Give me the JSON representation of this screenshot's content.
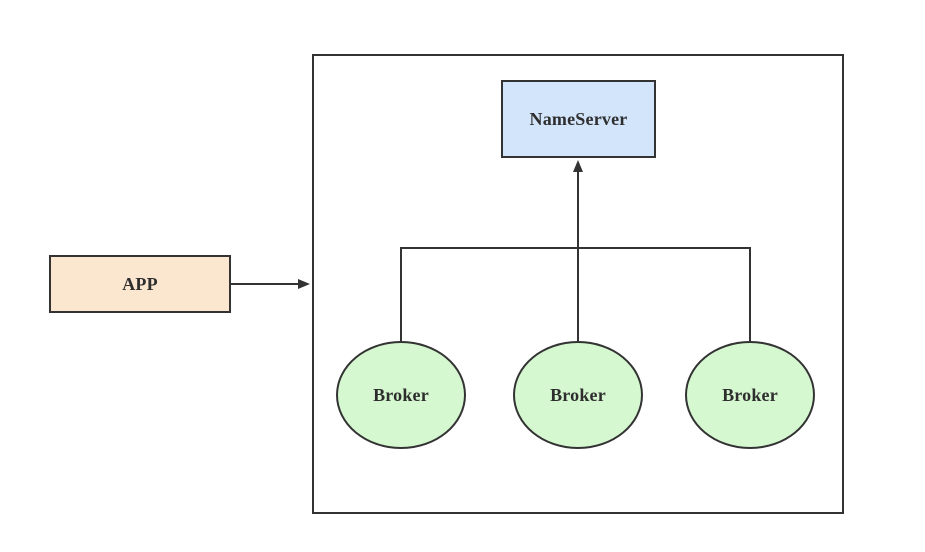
{
  "diagram": {
    "colors": {
      "stroke": "#333333",
      "background": "#ffffff",
      "text": "#2e2e2e"
    },
    "nodes": {
      "app": {
        "label": "APP",
        "shape": "rectangle",
        "fill": "#fbe7cf"
      },
      "nameserver": {
        "label": "NameServer",
        "shape": "rectangle",
        "fill": "#d3e5fb"
      },
      "brokers": [
        {
          "label": "Broker",
          "shape": "ellipse",
          "fill": "#d5f8d0"
        },
        {
          "label": "Broker",
          "shape": "ellipse",
          "fill": "#d5f8d0"
        },
        {
          "label": "Broker",
          "shape": "ellipse",
          "fill": "#d5f8d0"
        }
      ]
    },
    "edges": [
      {
        "from": "app",
        "to": "cluster",
        "arrow": "end"
      },
      {
        "from": "broker-2",
        "to": "nameserver",
        "arrow": "end"
      },
      {
        "from": "broker-1",
        "to": "broker-3",
        "arrow": "none"
      }
    ]
  }
}
